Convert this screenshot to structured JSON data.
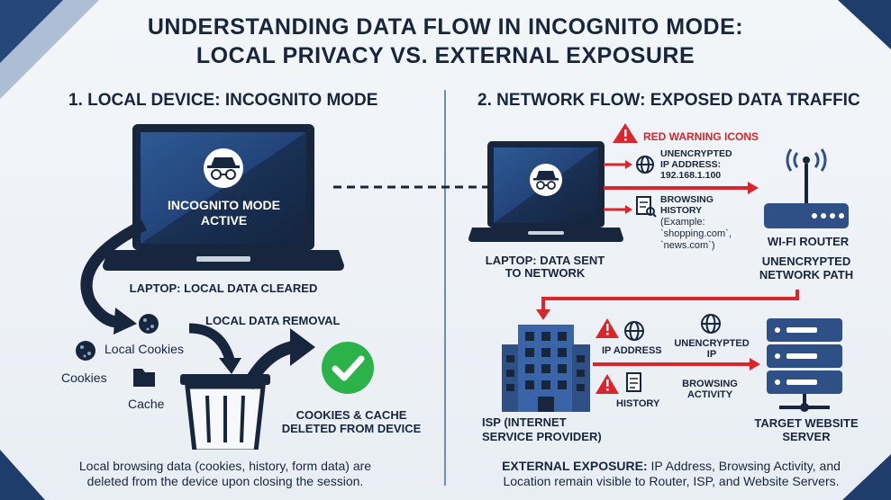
{
  "title": {
    "line1": "UNDERSTANDING DATA FLOW IN INCOGNITO MODE:",
    "line2": "LOCAL PRIVACY VS. EXTERNAL EXPOSURE"
  },
  "left": {
    "heading": "1. LOCAL DEVICE: INCOGNITO MODE",
    "screen_line1": "INCOGNITO MODE",
    "screen_line2": "ACTIVE",
    "laptop_caption": "LAPTOP: LOCAL DATA CLEARED",
    "local_cookies": "Local Cookies",
    "cookies": "Cookies",
    "cache": "Cache",
    "local_data_removal": "LOCAL DATA REMOVAL",
    "deleted_line1": "COOKIES & CACHE",
    "deleted_line2": "DELETED FROM DEVICE",
    "footer_line1": "Local browsing data (cookies, history, form data) are",
    "footer_line2": "deleted from the device upon closing the session."
  },
  "right": {
    "heading": "2. NETWORK FLOW: EXPOSED DATA TRAFFIC",
    "red_warning": "RED WARNING ICONS",
    "unenc_ip_line1": "UNENCRYPTED",
    "unenc_ip_line2": "IP ADDRESS:",
    "unenc_ip_line3": "192.168.1.100",
    "browsing_history_line1": "BROWSING",
    "browsing_history_line2": "HISTORY",
    "example_line1": "(Example:",
    "example_line2": "`shopping.com`,",
    "example_line3": "`news.com`)",
    "laptop_caption_line1": "LAPTOP: DATA SENT",
    "laptop_caption_line2": "TO NETWORK",
    "router_label": "WI-FI ROUTER",
    "path_line1": "UNENCRYPTED",
    "path_line2": "NETWORK PATH",
    "ip_address": "IP ADDRESS",
    "history": "HISTORY",
    "unenc_ip2_line1": "UNENCRYPTED",
    "unenc_ip2_line2": "IP",
    "browsing_activity_line1": "BROWSING",
    "browsing_activity_line2": "ACTIVITY",
    "isp_line1": "ISP (INTERNET",
    "isp_line2": "SERVICE PROVIDER)",
    "server_line1": "TARGET WEBSITE",
    "server_line2": "SERVER",
    "exposure_bold": "EXTERNAL EXPOSURE:",
    "exposure_text1": " IP Address, Browsing Activity, and",
    "exposure_text2": "Location remain visible to Router, ISP, and Website Servers."
  },
  "colors": {
    "navy": "#17263d",
    "red": "#d9262c",
    "green": "#2bb34a",
    "blue": "#2f4f87",
    "screen": "#23447a"
  }
}
